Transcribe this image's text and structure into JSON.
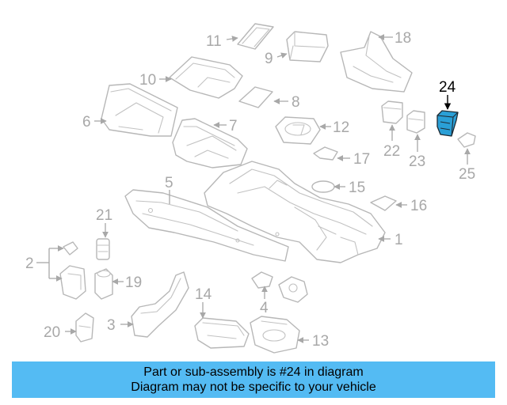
{
  "diagram": {
    "highlighted_part": "24",
    "highlight_color": "#2a9fd6",
    "callouts": [
      "1",
      "2",
      "3",
      "4",
      "5",
      "6",
      "7",
      "8",
      "9",
      "10",
      "11",
      "12",
      "13",
      "14",
      "15",
      "16",
      "17",
      "18",
      "19",
      "20",
      "21",
      "22",
      "23",
      "24",
      "25"
    ]
  },
  "banner": {
    "line1": "Part or sub-assembly is #24 in diagram",
    "line2": "Diagram may not be specific to your vehicle",
    "background": "#54bbf3"
  }
}
